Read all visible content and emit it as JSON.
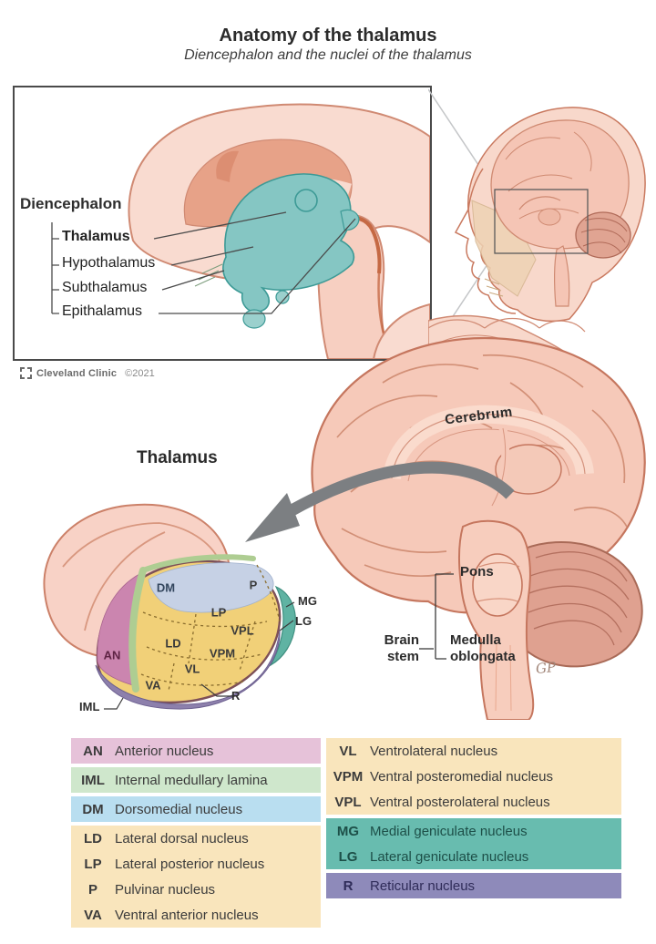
{
  "header": {
    "title": "Anatomy of the thalamus",
    "subtitle": "Diencephalon and the nuclei of the thalamus"
  },
  "inset": {
    "group_label": "Diencephalon",
    "items": [
      {
        "label": "Thalamus"
      },
      {
        "label": "Hypothalamus"
      },
      {
        "label": "Subthalamus"
      },
      {
        "label": "Epithalamus"
      }
    ]
  },
  "credit": {
    "brand": "Cleveland Clinic",
    "copyright": "©2021"
  },
  "thalamus_figure": {
    "title": "Thalamus",
    "regions": {
      "dm": "DM",
      "p": "P",
      "lp": "LP",
      "vpl": "VPL",
      "ld": "LD",
      "vpm": "VPM",
      "an": "AN",
      "vl": "VL",
      "va": "VA"
    },
    "callouts": {
      "mg": "MG",
      "lg": "LG",
      "r": "R",
      "iml": "IML"
    }
  },
  "brain_figure": {
    "cerebrum_label": "Cerebrum",
    "pons_label": "Pons",
    "brain_stem_label": "Brain stem",
    "medulla_label": "Medulla oblongata",
    "signature": "GP"
  },
  "legend": {
    "left": [
      {
        "abbr": "AN",
        "name": "Anterior nucleus",
        "color": "#e6c2d9"
      },
      {
        "abbr": "IML",
        "name": "Internal medullary lamina",
        "color": "#cfe7cc"
      },
      {
        "abbr": "DM",
        "name": "Dorsomedial nucleus",
        "color": "#b9def0"
      },
      {
        "abbr": "LD",
        "name": "Lateral dorsal nucleus",
        "color": "#f9e5bc"
      },
      {
        "abbr": "LP",
        "name": "Lateral posterior nucleus",
        "color": "#f9e5bc"
      },
      {
        "abbr": "P",
        "name": "Pulvinar nucleus",
        "color": "#f9e5bc"
      },
      {
        "abbr": "VA",
        "name": "Ventral anterior nucleus",
        "color": "#f9e5bc"
      }
    ],
    "right": [
      {
        "abbr": "VL",
        "name": "Ventrolateral nucleus",
        "color": "#f9e5bc"
      },
      {
        "abbr": "VPM",
        "name": "Ventral posteromedial nucleus",
        "color": "#f9e5bc"
      },
      {
        "abbr": "VPL",
        "name": "Ventral posterolateral nucleus",
        "color": "#f9e5bc"
      },
      {
        "abbr": "MG",
        "name": "Medial geniculate nucleus",
        "color": "#68bcaf"
      },
      {
        "abbr": "LG",
        "name": "Lateral geniculate nucleus",
        "color": "#68bcaf"
      },
      {
        "abbr": "R",
        "name": "Reticular nucleus",
        "color": "#8e8aba"
      }
    ]
  },
  "palette": {
    "nuclei_yellow": "#f1d078",
    "anterior_pink": "#cb85af",
    "lamina_green": "#aecd92",
    "dorsomedial_blue": "#c6d1e5",
    "geniculate_teal": "#5fb3a3",
    "reticular_purple": "#8d80ac",
    "diencephalon_teal": "#85c6c3",
    "brain_pink": "#f6c9b9",
    "arrow_gray": "#7c7f82"
  }
}
